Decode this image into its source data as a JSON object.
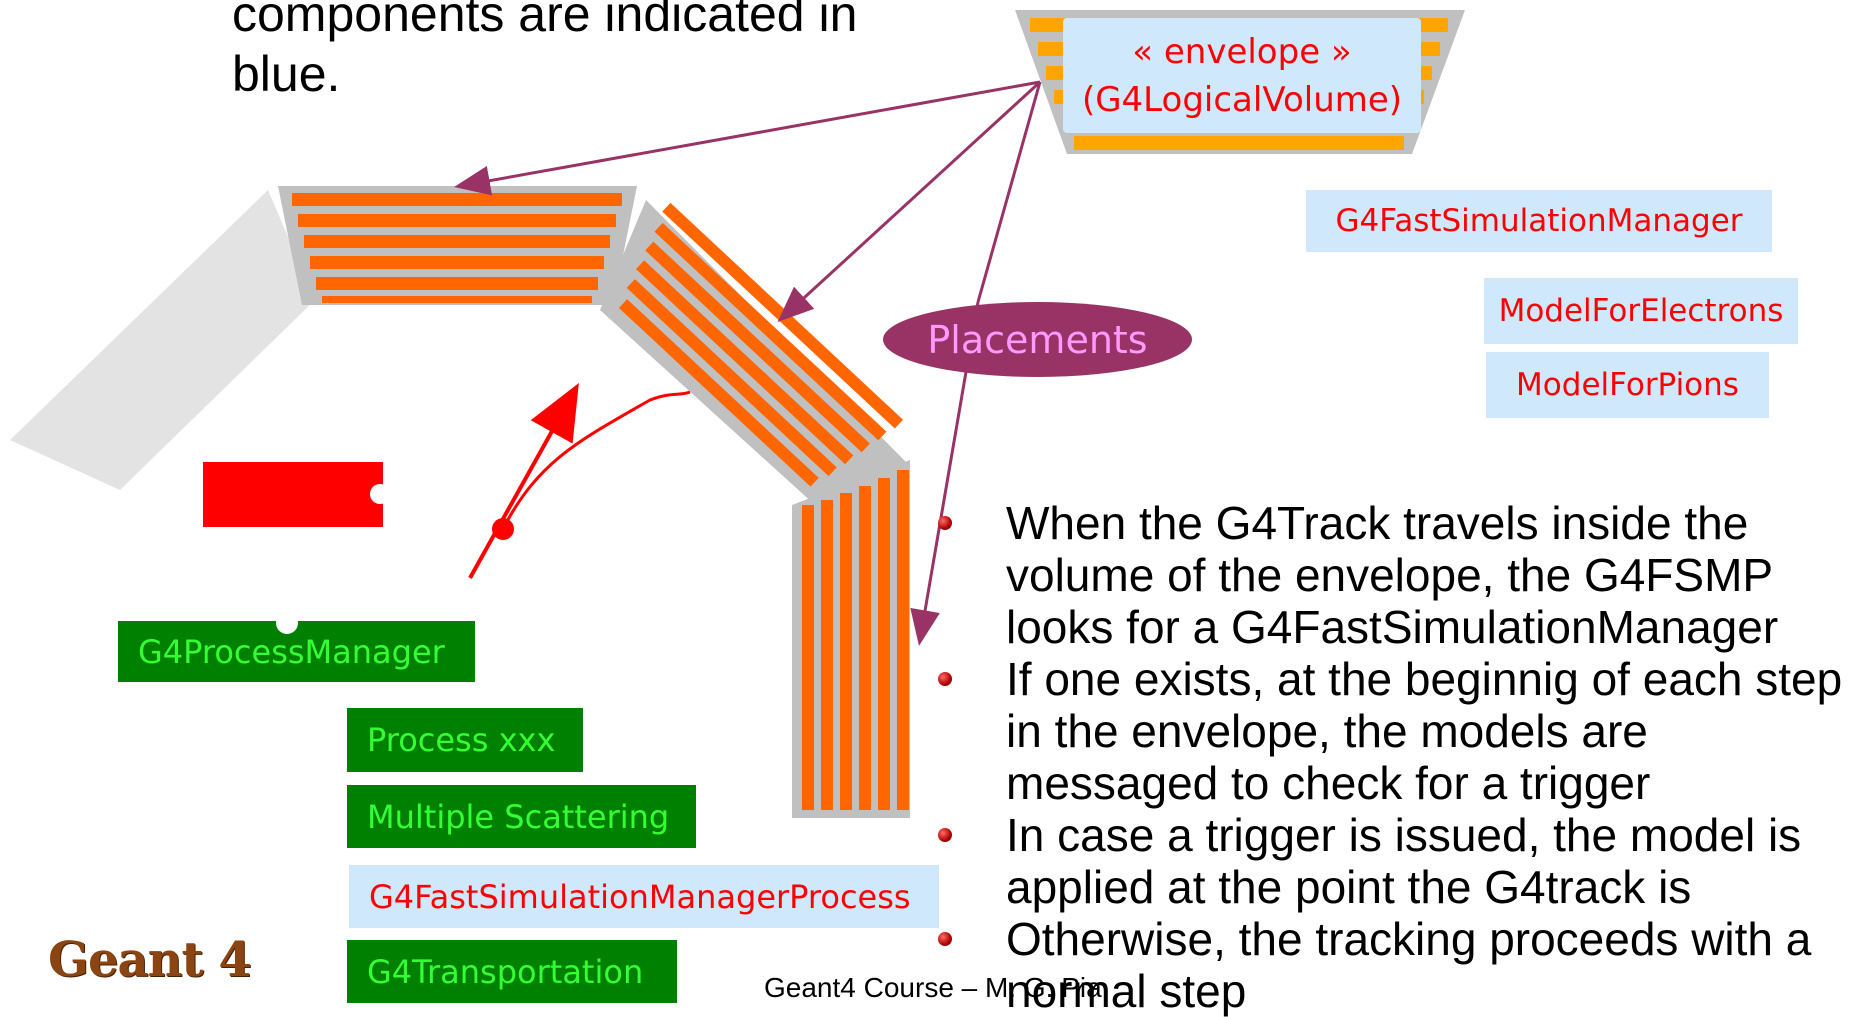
{
  "intro_text": "components are   indicated in blue.",
  "envelope": {
    "line1": "« envelope »",
    "line2": "(G4LogicalVolume)"
  },
  "placements_label": "Placements",
  "fast_sim_boxes": [
    {
      "label": "G4FastSimulationManager"
    },
    {
      "label": "ModelForElectrons"
    },
    {
      "label": "ModelForPions"
    }
  ],
  "process_manager": {
    "label": "G4ProcessManager"
  },
  "processes": [
    {
      "label": "Process xxx",
      "color": "#33ff33",
      "box": "#008000"
    },
    {
      "label": "Multiple Scattering",
      "color": "#33ff33",
      "box": "#008000"
    },
    {
      "label": "G4FastSimulationManagerProcess",
      "color": "#ff0000",
      "box": "#cfe8fb"
    },
    {
      "label": "G4Transportation",
      "color": "#33ff33",
      "box": "#008000"
    }
  ],
  "bullets": [
    "When the G4Track travels inside the volume of the envelope, the G4FSMP looks for a G4FastSimulationManager",
    "If one exists, at the beginnig of each step in the envelope, the models are messaged to check for a trigger",
    "In case a trigger is issued, the model is applied at the point the G4track is",
    "Otherwise, the tracking proceeds with a normal step"
  ],
  "footer": "Geant4 Course – M. G. Pia",
  "logo": "Geant 4",
  "colors": {
    "absorber": "#ff6600",
    "envelope_absorber": "#ffa500",
    "detector_frame": "#c0c0c0",
    "arrow": "#993366",
    "track": "#ff0000"
  }
}
